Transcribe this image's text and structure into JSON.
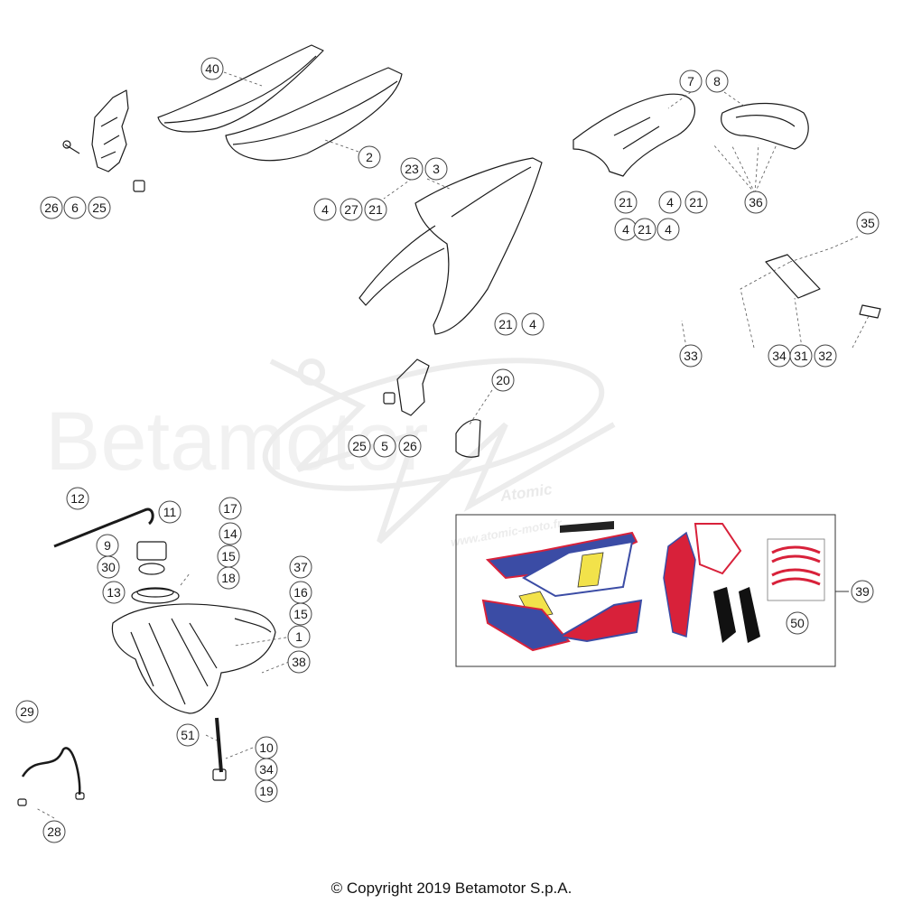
{
  "watermark": {
    "brand": "Betamotor",
    "site": "www.atomic-moto.fr",
    "logo": "Atomic"
  },
  "labels": [
    "40",
    "2",
    "23",
    "3",
    "4",
    "27",
    "21",
    "26",
    "6",
    "25",
    "7",
    "8",
    "4",
    "21",
    "36",
    "21",
    "4",
    "21",
    "4",
    "35",
    "33",
    "34",
    "31",
    "32",
    "21",
    "4",
    "20",
    "25",
    "5",
    "26",
    "12",
    "11",
    "17",
    "14",
    "9",
    "15",
    "30",
    "18",
    "37",
    "16",
    "13",
    "15",
    "1",
    "38",
    "29",
    "51",
    "10",
    "34",
    "19",
    "28",
    "39",
    "50"
  ],
  "copyright": "© Copyright 2019 Betamotor S.p.A.",
  "colors": {
    "line": "#1a1a1a",
    "kit_red": "#d8213a",
    "kit_blue": "#3b4ca5",
    "kit_yellow": "#f2e24a",
    "watermark": "#f1f1f1"
  }
}
